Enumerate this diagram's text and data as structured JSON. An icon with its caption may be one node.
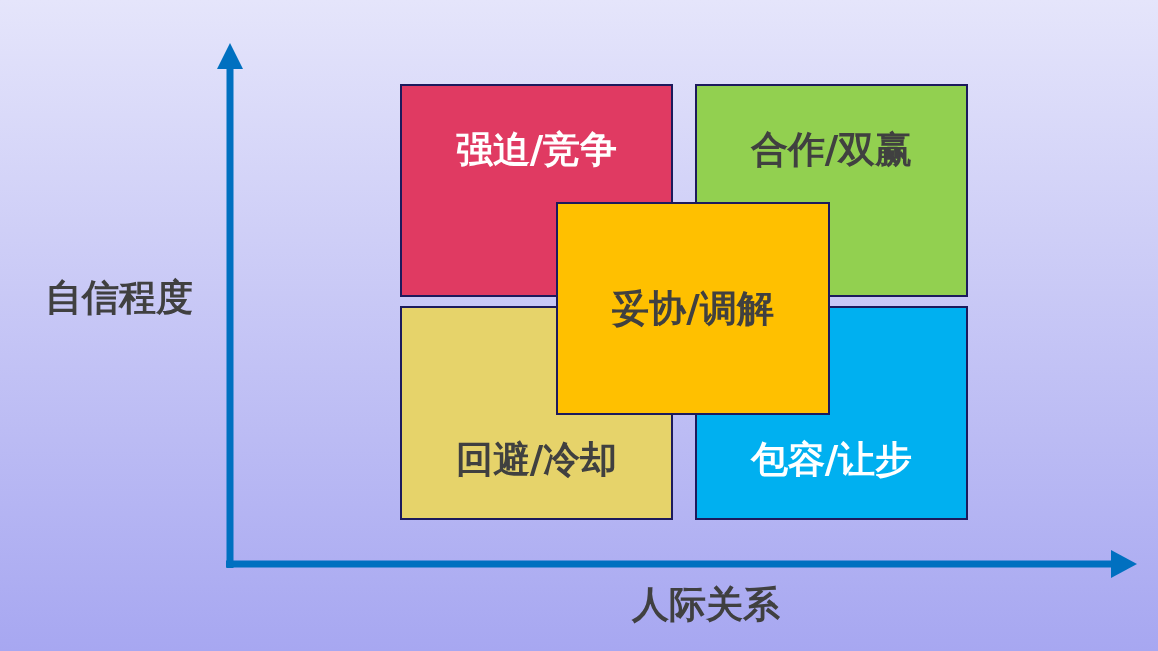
{
  "diagram": {
    "nodes": [
      {
        "text": [
          "强迫/竞争"
        ]
      },
      {
        "text": [
          "合作/双赢"
        ]
      },
      {
        "text": [
          "妥协/调解"
        ]
      },
      {
        "text": [
          "回避/冷却"
        ]
      },
      {
        "text": [
          "包容/让步"
        ]
      }
    ],
    "edges": [],
    "labels": [
      "自信程度",
      "人际关系"
    ]
  }
}
